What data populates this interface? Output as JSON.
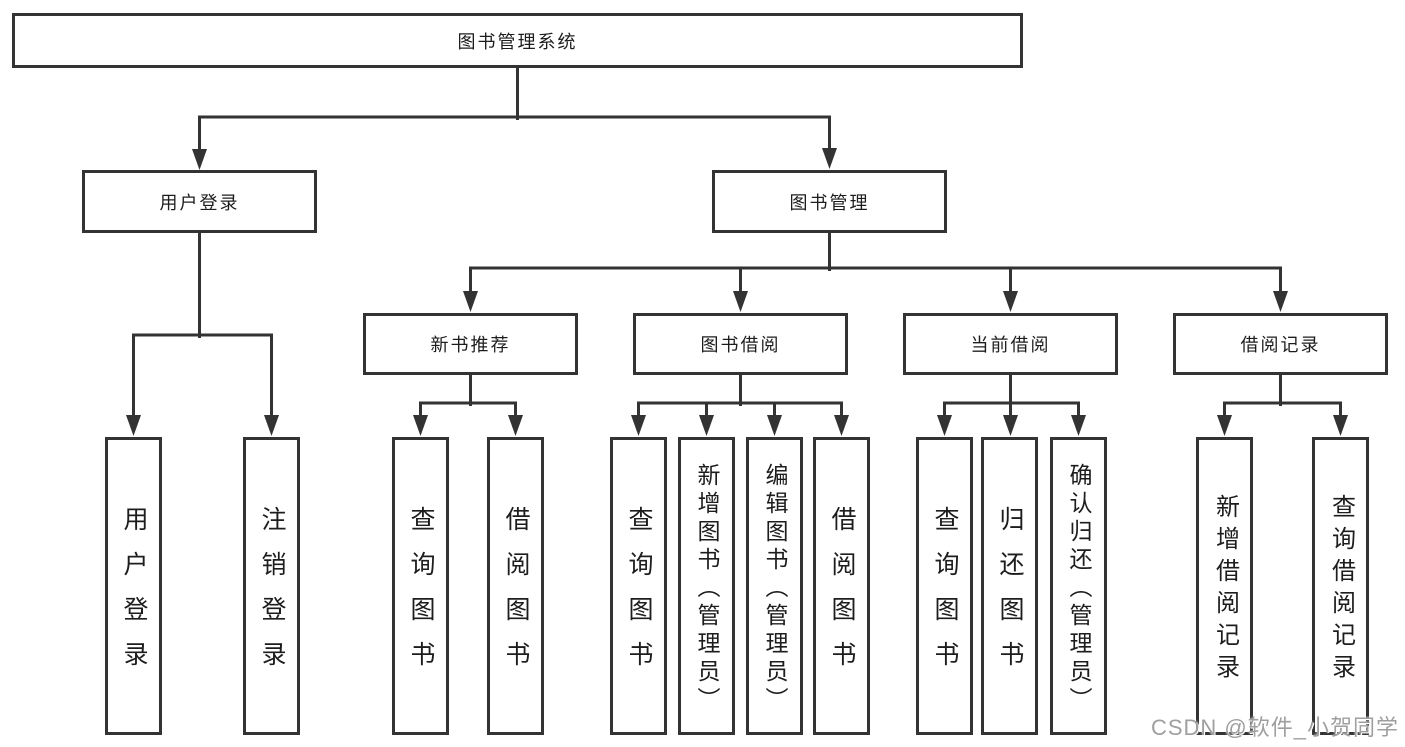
{
  "diagram": {
    "title": "图书管理系统",
    "nodes": {
      "root": {
        "label": "图书管理系统"
      },
      "level1": [
        {
          "id": "user-login",
          "label": "用户登录"
        },
        {
          "id": "book-management",
          "label": "图书管理"
        }
      ],
      "level2": [
        {
          "id": "new-book-recommend",
          "label": "新书推荐",
          "parent": "图书管理"
        },
        {
          "id": "book-borrowing",
          "label": "图书借阅",
          "parent": "图书管理"
        },
        {
          "id": "current-borrowing",
          "label": "当前借阅",
          "parent": "图书管理"
        },
        {
          "id": "borrowing-records",
          "label": "借阅记录",
          "parent": "图书管理"
        }
      ],
      "leaves": [
        {
          "id": "user-login-leaf",
          "label": "用户登录",
          "parent": "用户登录"
        },
        {
          "id": "logout",
          "label": "注销登录",
          "parent": "用户登录"
        },
        {
          "id": "query-books-recommend",
          "label": "查询图书",
          "parent": "新书推荐"
        },
        {
          "id": "borrow-books-recommend",
          "label": "借阅图书",
          "parent": "新书推荐"
        },
        {
          "id": "query-books-borrowing",
          "label": "查询图书",
          "parent": "图书借阅"
        },
        {
          "id": "add-books-admin",
          "label": "新增图书（管理员）",
          "parent": "图书借阅"
        },
        {
          "id": "edit-books-admin",
          "label": "编辑图书（管理员）",
          "parent": "图书借阅"
        },
        {
          "id": "borrow-books-borrowing",
          "label": "借阅图书",
          "parent": "图书借阅"
        },
        {
          "id": "query-books-current",
          "label": "查询图书",
          "parent": "当前借阅"
        },
        {
          "id": "return-books",
          "label": "归还图书",
          "parent": "当前借阅"
        },
        {
          "id": "confirm-return-admin",
          "label": "确认归还（管理员）",
          "parent": "当前借阅"
        },
        {
          "id": "add-borrow-record",
          "label": "新增借阅记录",
          "parent": "借阅记录"
        },
        {
          "id": "query-borrow-record",
          "label": "查询借阅记录",
          "parent": "借阅记录"
        }
      ]
    },
    "colors": {
      "line": "#333333",
      "text": "#1d1d1d",
      "box_background": "#ffffff",
      "page_background": "#ffffff",
      "watermark": "#9f9f9f"
    }
  },
  "watermark": {
    "text": "CSDN @软件_小贺同学"
  }
}
